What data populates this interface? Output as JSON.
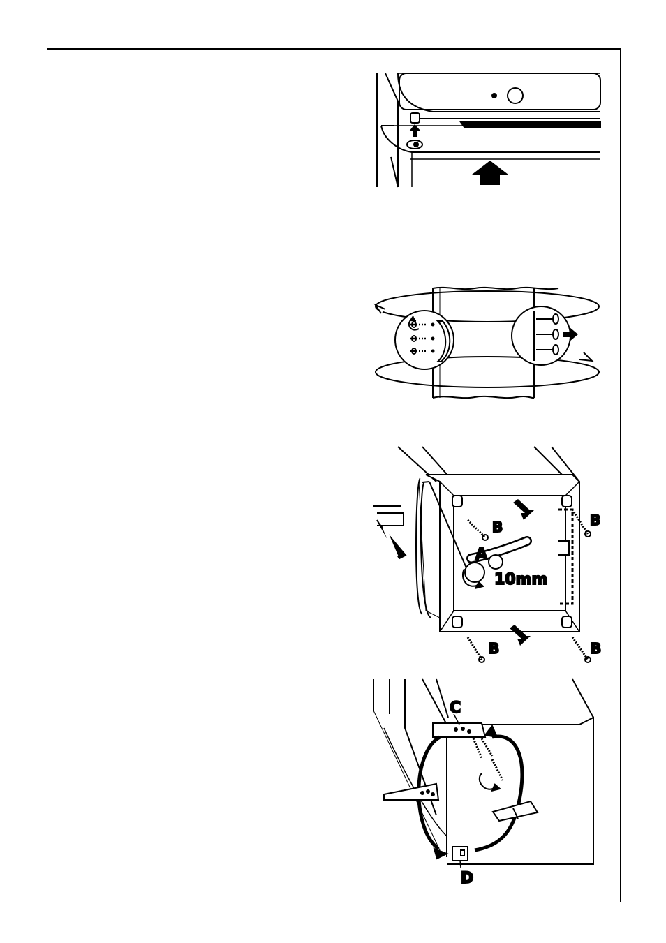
{
  "figures": [
    {
      "id": "fig1-ceiling-bracket",
      "labels": []
    },
    {
      "id": "fig2-door-hinge-swap",
      "labels": []
    },
    {
      "id": "fig3-hinge-removal",
      "labels": {
        "a": "A",
        "b": "B",
        "wrench": "10mm"
      }
    },
    {
      "id": "fig4-bracket-mounting",
      "labels": {
        "c": "C",
        "d": "D"
      }
    }
  ],
  "colors": {
    "ink": "#000000",
    "paper": "#ffffff"
  }
}
